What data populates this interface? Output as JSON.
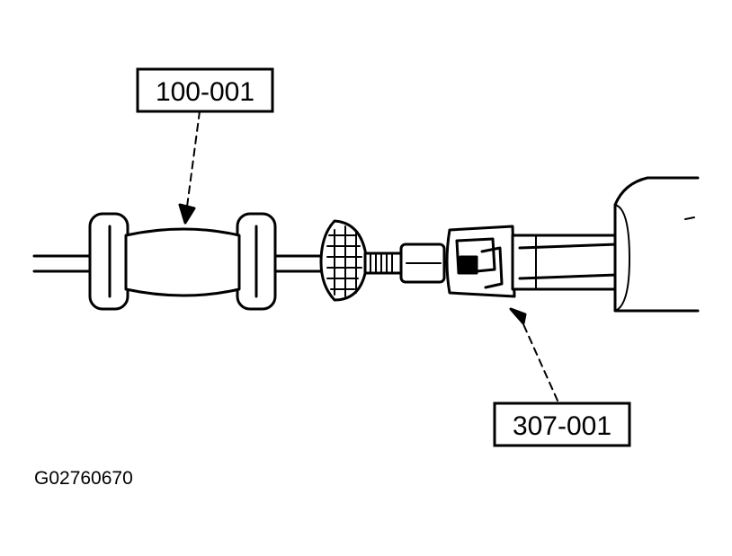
{
  "callouts": {
    "slide_hammer": "100-001",
    "adapter": "307-001"
  },
  "figure_id": "G02760670",
  "colors": {
    "ink": "#000000",
    "paper": "#ffffff"
  }
}
